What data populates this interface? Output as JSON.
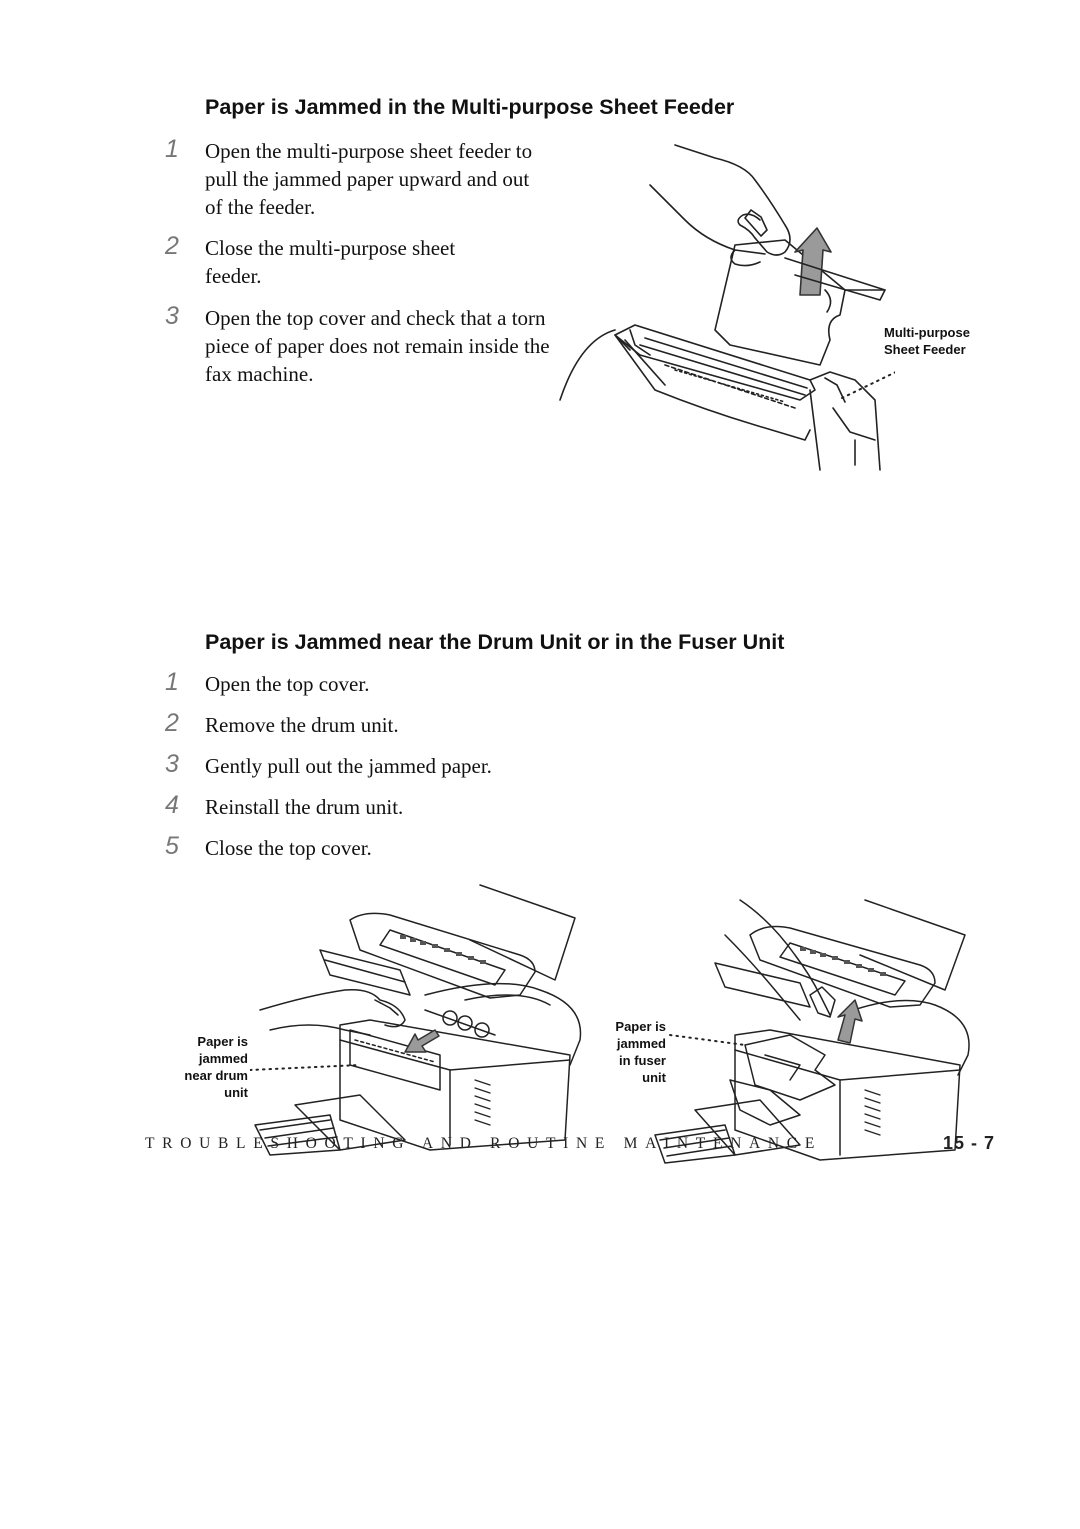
{
  "section1": {
    "heading": "Paper is Jammed in the Multi-purpose Sheet Feeder",
    "steps": [
      {
        "num": "1",
        "text": "Open the multi-purpose sheet feeder to pull the jammed paper upward and out of the feeder."
      },
      {
        "num": "2",
        "text": "Close the multi-purpose sheet feeder."
      },
      {
        "num": "3",
        "text": "Open the top cover and check that a torn piece of paper does not remain inside the fax machine."
      }
    ],
    "figure_callout": "Multi-purpose Sheet Feeder"
  },
  "section2": {
    "heading": "Paper is Jammed near the Drum Unit or in the Fuser Unit",
    "steps": [
      {
        "num": "1",
        "text": "Open the top cover."
      },
      {
        "num": "2",
        "text": "Remove the drum unit."
      },
      {
        "num": "3",
        "text": "Gently pull out the jammed paper."
      },
      {
        "num": "4",
        "text": "Reinstall the drum unit."
      },
      {
        "num": "5",
        "text": "Close the top cover."
      }
    ],
    "figure_left_callout": "Paper is jammed near drum unit",
    "figure_right_callout": "Paper is jammed in fuser unit"
  },
  "footer": {
    "running_title": "TROUBLESHOOTING AND ROUTINE MAINTENANCE",
    "page_number": "15 - 7"
  }
}
